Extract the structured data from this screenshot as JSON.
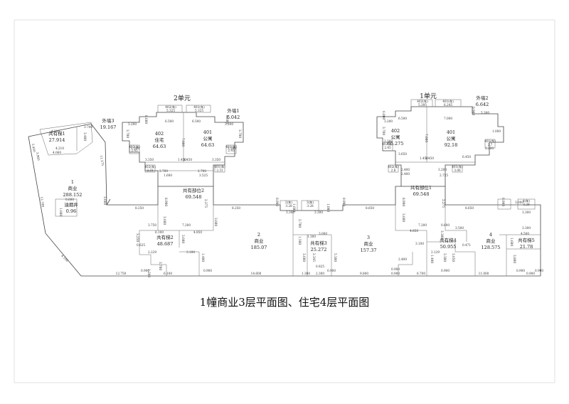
{
  "title": "1幢商业3层平面图、住宅4层平面图",
  "units": [
    {
      "key": "unit2",
      "label": "2单元"
    },
    {
      "key": "unit1",
      "label": "1单元"
    }
  ],
  "rooms": [
    {
      "key": "stair1",
      "lines": [
        "共有梯1",
        "27.914"
      ]
    },
    {
      "key": "ext3",
      "lines": [
        "外墙3",
        "19.167"
      ]
    },
    {
      "key": "shop1",
      "lines": [
        "1",
        "商业",
        "288.152"
      ]
    },
    {
      "key": "shaft",
      "lines": [
        "油烟井",
        "0.96"
      ]
    },
    {
      "key": "r402a",
      "lines": [
        "402",
        "住宅",
        "64.63"
      ]
    },
    {
      "key": "r401a",
      "lines": [
        "401",
        "公寓",
        "64.63"
      ]
    },
    {
      "key": "ext1",
      "lines": [
        "外墙1",
        "6.042"
      ]
    },
    {
      "key": "common2",
      "lines": [
        "共有部位2",
        "69.548"
      ]
    },
    {
      "key": "stair2",
      "lines": [
        "共有梯2",
        "48.687"
      ]
    },
    {
      "key": "shop2",
      "lines": [
        "2",
        "商业",
        "185.07"
      ]
    },
    {
      "key": "stair3",
      "lines": [
        "共有梯3",
        "25.272"
      ]
    },
    {
      "key": "shop3",
      "lines": [
        "3",
        "商业",
        "157.37"
      ]
    },
    {
      "key": "r402b",
      "lines": [
        "402",
        "公寓",
        "65.275"
      ]
    },
    {
      "key": "r401b",
      "lines": [
        "401",
        "公寓",
        "92.18"
      ]
    },
    {
      "key": "ext2",
      "lines": [
        "外墙2",
        "6.642"
      ]
    },
    {
      "key": "common1",
      "lines": [
        "共有部位1",
        "69.548"
      ]
    },
    {
      "key": "stair4",
      "lines": [
        "共有梯4",
        "50.955"
      ]
    },
    {
      "key": "shop4",
      "lines": [
        "4",
        "商业",
        "128.575"
      ]
    },
    {
      "key": "stair5",
      "lines": [
        "共有梯5",
        "21.78"
      ]
    }
  ],
  "dimensions": [
    {
      "key": "d_s1_a",
      "text": "4.210"
    },
    {
      "key": "d_s1_b",
      "text": "3.700"
    },
    {
      "key": "d_s1_c",
      "text": "4.210"
    },
    {
      "key": "d_s1_d",
      "text": "4.060"
    },
    {
      "key": "d_s1_e",
      "text": "3.400"
    },
    {
      "key": "d_s1_f",
      "text": "5.400"
    },
    {
      "key": "d_s1_g",
      "text": "3.960"
    },
    {
      "key": "d_left",
      "text": "12.789"
    },
    {
      "key": "d_11",
      "text": "11.275"
    },
    {
      "key": "d_ext3",
      "text": "3.660"
    },
    {
      "key": "d_shaft",
      "text": "0.600"
    },
    {
      "key": "d_shaft2",
      "text": "1.600"
    },
    {
      "key": "d_diag",
      "text": "4.100"
    },
    {
      "key": "d_bot1",
      "text": "12.750"
    },
    {
      "key": "d_bot2",
      "text": "0.900"
    },
    {
      "key": "d_bot3",
      "text": "6.100"
    },
    {
      "key": "d_bot4",
      "text": "0.900"
    },
    {
      "key": "d_bot5",
      "text": "14.600"
    },
    {
      "key": "d_bot6",
      "text": "1.300"
    },
    {
      "key": "d_bot7",
      "text": "2.300"
    },
    {
      "key": "d_bot8",
      "text": "0.900"
    },
    {
      "key": "d_bot9",
      "text": "9.800"
    },
    {
      "key": "d_bot10",
      "text": "0.900"
    },
    {
      "key": "d_bot11",
      "text": "0.900"
    },
    {
      "key": "d_bot12",
      "text": "6.700"
    },
    {
      "key": "d_bot13",
      "text": "0.900"
    },
    {
      "key": "d_bot14",
      "text": "11.000"
    },
    {
      "key": "d_bot15",
      "text": "0.900"
    },
    {
      "key": "d_bot16",
      "text": "0.900"
    },
    {
      "key": "d_bot17",
      "text": "0.900"
    },
    {
      "key": "d_mid1",
      "text": "8.250"
    },
    {
      "key": "d_mid2",
      "text": "8.900"
    },
    {
      "key": "d_mid3",
      "text": "2.275"
    },
    {
      "key": "d_mid4",
      "text": "8.250"
    },
    {
      "key": "d_mid5",
      "text": "0.900"
    },
    {
      "key": "d_mid6",
      "text": "1.600"
    },
    {
      "key": "d_mid7",
      "text": "3.300"
    },
    {
      "key": "d_mid8",
      "text": "1.000"
    },
    {
      "key": "d_mid9",
      "text": "0.900"
    },
    {
      "key": "d_mid10",
      "text": "8.650"
    },
    {
      "key": "d_mid11",
      "text": "8.900"
    },
    {
      "key": "d_mid12",
      "text": "2.275"
    },
    {
      "key": "d_mid13",
      "text": "8.650"
    },
    {
      "key": "d_mid14",
      "text": "0.900"
    },
    {
      "key": "d_mid15",
      "text": "3.000"
    },
    {
      "key": "d_mid16",
      "text": "3.300"
    },
    {
      "key": "d_mid17",
      "text": "3.300"
    },
    {
      "key": "d_a1",
      "text": "3.200"
    },
    {
      "key": "d_a2",
      "text": "6.500"
    },
    {
      "key": "d_a3",
      "text": "6.500"
    },
    {
      "key": "d_a4",
      "text": "3.200"
    },
    {
      "key": "d_a5",
      "text": "0.600"
    },
    {
      "key": "d_a6",
      "text": "0.600"
    },
    {
      "key": "d_a7",
      "text": "3.700"
    },
    {
      "key": "d_a8",
      "text": "3.700"
    },
    {
      "key": "d_a9",
      "text": "2.200"
    },
    {
      "key": "d_a10",
      "text": "2.200"
    },
    {
      "key": "d_a11",
      "text": "3.350"
    },
    {
      "key": "d_a12",
      "text": "3.350"
    },
    {
      "key": "d_a13",
      "text": "1.600"
    },
    {
      "key": "d_a14",
      "text": "1.450"
    },
    {
      "key": "d_a15",
      "text": "1.450"
    },
    {
      "key": "d_a16",
      "text": "2.700"
    },
    {
      "key": "d_a17",
      "text": "2.700"
    },
    {
      "key": "d_a18",
      "text": "3.525"
    },
    {
      "key": "d_a19",
      "text": "7.000"
    },
    {
      "key": "d_a20",
      "text": "3.600"
    },
    {
      "key": "d_a21",
      "text": "3.600"
    },
    {
      "key": "d_a22",
      "text": "3.750"
    },
    {
      "key": "d_a23",
      "text": "6.100"
    },
    {
      "key": "d_a24",
      "text": "7.200"
    },
    {
      "key": "d_a25",
      "text": "4.850"
    },
    {
      "key": "d_a26",
      "text": "3.250"
    },
    {
      "key": "d_a27",
      "text": "0.625"
    },
    {
      "key": "d_a28",
      "text": "2.229"
    },
    {
      "key": "d_a29",
      "text": "3.100"
    },
    {
      "key": "d_a30",
      "text": "1.400"
    },
    {
      "key": "d_a31",
      "text": "3.700"
    },
    {
      "key": "d_a32",
      "text": "1.200"
    },
    {
      "key": "d_a33",
      "text": "3.600"
    },
    {
      "key": "d_a34",
      "text": "2.700"
    },
    {
      "key": "d_a35",
      "text": "1.300"
    },
    {
      "key": "d_a36",
      "text": "3.000"
    },
    {
      "key": "d_a37",
      "text": "3.600"
    },
    {
      "key": "d_a38",
      "text": "5.300"
    },
    {
      "key": "d_a39",
      "text": "2.345"
    },
    {
      "key": "d_a40",
      "text": "0.825"
    },
    {
      "key": "d_b1",
      "text": "6.000"
    },
    {
      "key": "d_b2",
      "text": "6.500"
    },
    {
      "key": "d_b3",
      "text": "7.000"
    },
    {
      "key": "d_b4",
      "text": "0.900"
    },
    {
      "key": "d_b5",
      "text": "5.300"
    },
    {
      "key": "d_b6",
      "text": "3.200"
    },
    {
      "key": "d_b7",
      "text": "3.700"
    },
    {
      "key": "d_b8",
      "text": "2.200"
    },
    {
      "key": "d_b9",
      "text": "1.000"
    },
    {
      "key": "d_b10",
      "text": "2.200"
    },
    {
      "key": "d_b11",
      "text": "3.650"
    },
    {
      "key": "d_b12",
      "text": "1.450"
    },
    {
      "key": "d_b13",
      "text": "1.450"
    },
    {
      "key": "d_b14",
      "text": "6.450"
    },
    {
      "key": "d_b15",
      "text": "2.400"
    },
    {
      "key": "d_b16",
      "text": "2.400"
    },
    {
      "key": "d_b17",
      "text": "3.200"
    },
    {
      "key": "d_b18",
      "text": "2.725"
    },
    {
      "key": "d_b19",
      "text": "7.000"
    },
    {
      "key": "d_b20",
      "text": "3.600"
    },
    {
      "key": "d_b21",
      "text": "7.200"
    },
    {
      "key": "d_b22",
      "text": "4.850"
    },
    {
      "key": "d_b23",
      "text": "0.600"
    },
    {
      "key": "d_b24",
      "text": "3.300"
    },
    {
      "key": "d_b25",
      "text": "3.500"
    },
    {
      "key": "d_b26",
      "text": "0.471"
    },
    {
      "key": "d_b27",
      "text": "3.100"
    },
    {
      "key": "d_b28",
      "text": "2.129"
    },
    {
      "key": "d_b29",
      "text": "2.400"
    },
    {
      "key": "d_b30",
      "text": "1.400"
    },
    {
      "key": "d_b31",
      "text": "3.300"
    },
    {
      "key": "d_b32",
      "text": "3.650"
    },
    {
      "key": "d_b33",
      "text": "4.500"
    },
    {
      "key": "d_b34",
      "text": "1.600"
    },
    {
      "key": "d_b35",
      "text": "3.800"
    },
    {
      "key": "d_b36",
      "text": "3.300"
    },
    {
      "key": "d_b37",
      "text": "1.500"
    }
  ],
  "small_labels": [
    {
      "key": "s1",
      "text": "402(车)"
    },
    {
      "key": "s2",
      "text": "5.325"
    },
    {
      "key": "s3",
      "text": "401(车)"
    },
    {
      "key": "s4",
      "text": "5.325"
    },
    {
      "key": "s5",
      "text": "402(车)"
    },
    {
      "key": "s6",
      "text": "5.395"
    },
    {
      "key": "s7",
      "text": "401(车)"
    },
    {
      "key": "s8",
      "text": "6.245"
    },
    {
      "key": "s9",
      "text": "402(车)"
    },
    {
      "key": "s10",
      "text": "2.45"
    },
    {
      "key": "s11",
      "text": "401(车)"
    },
    {
      "key": "s12",
      "text": "2.45"
    },
    {
      "key": "s13",
      "text": "402(车)"
    },
    {
      "key": "s14",
      "text": "2.31"
    },
    {
      "key": "s15",
      "text": "401(车)"
    },
    {
      "key": "s16",
      "text": "2.31"
    },
    {
      "key": "s17",
      "text": "402(车)"
    },
    {
      "key": "s18",
      "text": "2.45"
    },
    {
      "key": "s19",
      "text": "401(车)"
    },
    {
      "key": "s20",
      "text": "2.7"
    },
    {
      "key": "s21",
      "text": "402(车)"
    },
    {
      "key": "s22",
      "text": "2.8"
    },
    {
      "key": "s23",
      "text": "401(车)"
    },
    {
      "key": "s24",
      "text": "3.06"
    },
    {
      "key": "s25",
      "text": "2(车)"
    },
    {
      "key": "s26",
      "text": "3.28"
    },
    {
      "key": "s27",
      "text": "3(车)"
    },
    {
      "key": "s28",
      "text": "3.28"
    },
    {
      "key": "s29",
      "text": "4(车)"
    },
    {
      "key": "s30",
      "text": "3.28"
    }
  ]
}
